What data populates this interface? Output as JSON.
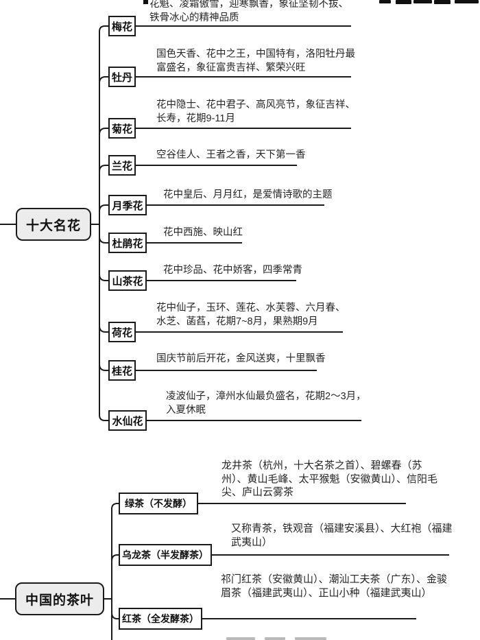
{
  "colors": {
    "background": "#ffffff",
    "line": "#1a1a1a",
    "node_border": "#1a1a1a",
    "node_fill": "#ffffff",
    "root_fill": "#ececec",
    "text": "#262626"
  },
  "flower_map": {
    "root": "十大名花",
    "branches": [
      {
        "label": "梅花",
        "desc": "花魁、凌霜傲雪，迎寒飘香，象征坚韧不拔、铁骨冰心的精神品质"
      },
      {
        "label": "牡丹",
        "desc": "国色天香、花中之王，中国特有，洛阳牡丹最富盛名，象征富贵吉祥、繁荣兴旺"
      },
      {
        "label": "菊花",
        "desc": "花中隐士、花中君子、高风亮节，象征吉祥、长寿，花期9-11月"
      },
      {
        "label": "兰花",
        "desc": "空谷佳人、王者之香，天下第一香"
      },
      {
        "label": "月季花",
        "desc": "花中皇后、月月红，是爱情诗歌的主题"
      },
      {
        "label": "杜鹃花",
        "desc": "花中西施、映山红"
      },
      {
        "label": "山茶花",
        "desc": "花中珍品、花中娇客，四季常青"
      },
      {
        "label": "荷花",
        "desc": "花中仙子，玉环、莲花、水芙蓉、六月春、水芝、菡萏，花期7~8月，果熟期9月"
      },
      {
        "label": "桂花",
        "desc": "国庆节前后开花，金风送爽，十里飘香"
      },
      {
        "label": "水仙花",
        "desc": "凌波仙子，漳州水仙最负盛名，花期2～3月，入夏休眠"
      }
    ]
  },
  "tea_map": {
    "root": "中国的茶叶",
    "branches": [
      {
        "label": "绿茶（不发酵）",
        "desc": "龙井茶（杭州，十大名茶之首）、碧螺春（苏州）、黄山毛峰、太平猴魁（安徽黄山）、信阳毛尖、庐山云雾茶"
      },
      {
        "label": "乌龙茶（半发酵茶）",
        "desc": "又称青茶，铁观音（福建安溪县）、大红袍（福建武夷山）"
      },
      {
        "label": "红茶（全发酵茶）",
        "desc": "祁门红茶（安徽黄山）、潮汕工夫茶（广东）、金骏眉茶（福建武夷山）、正山小种（福建武夷山）"
      }
    ]
  }
}
